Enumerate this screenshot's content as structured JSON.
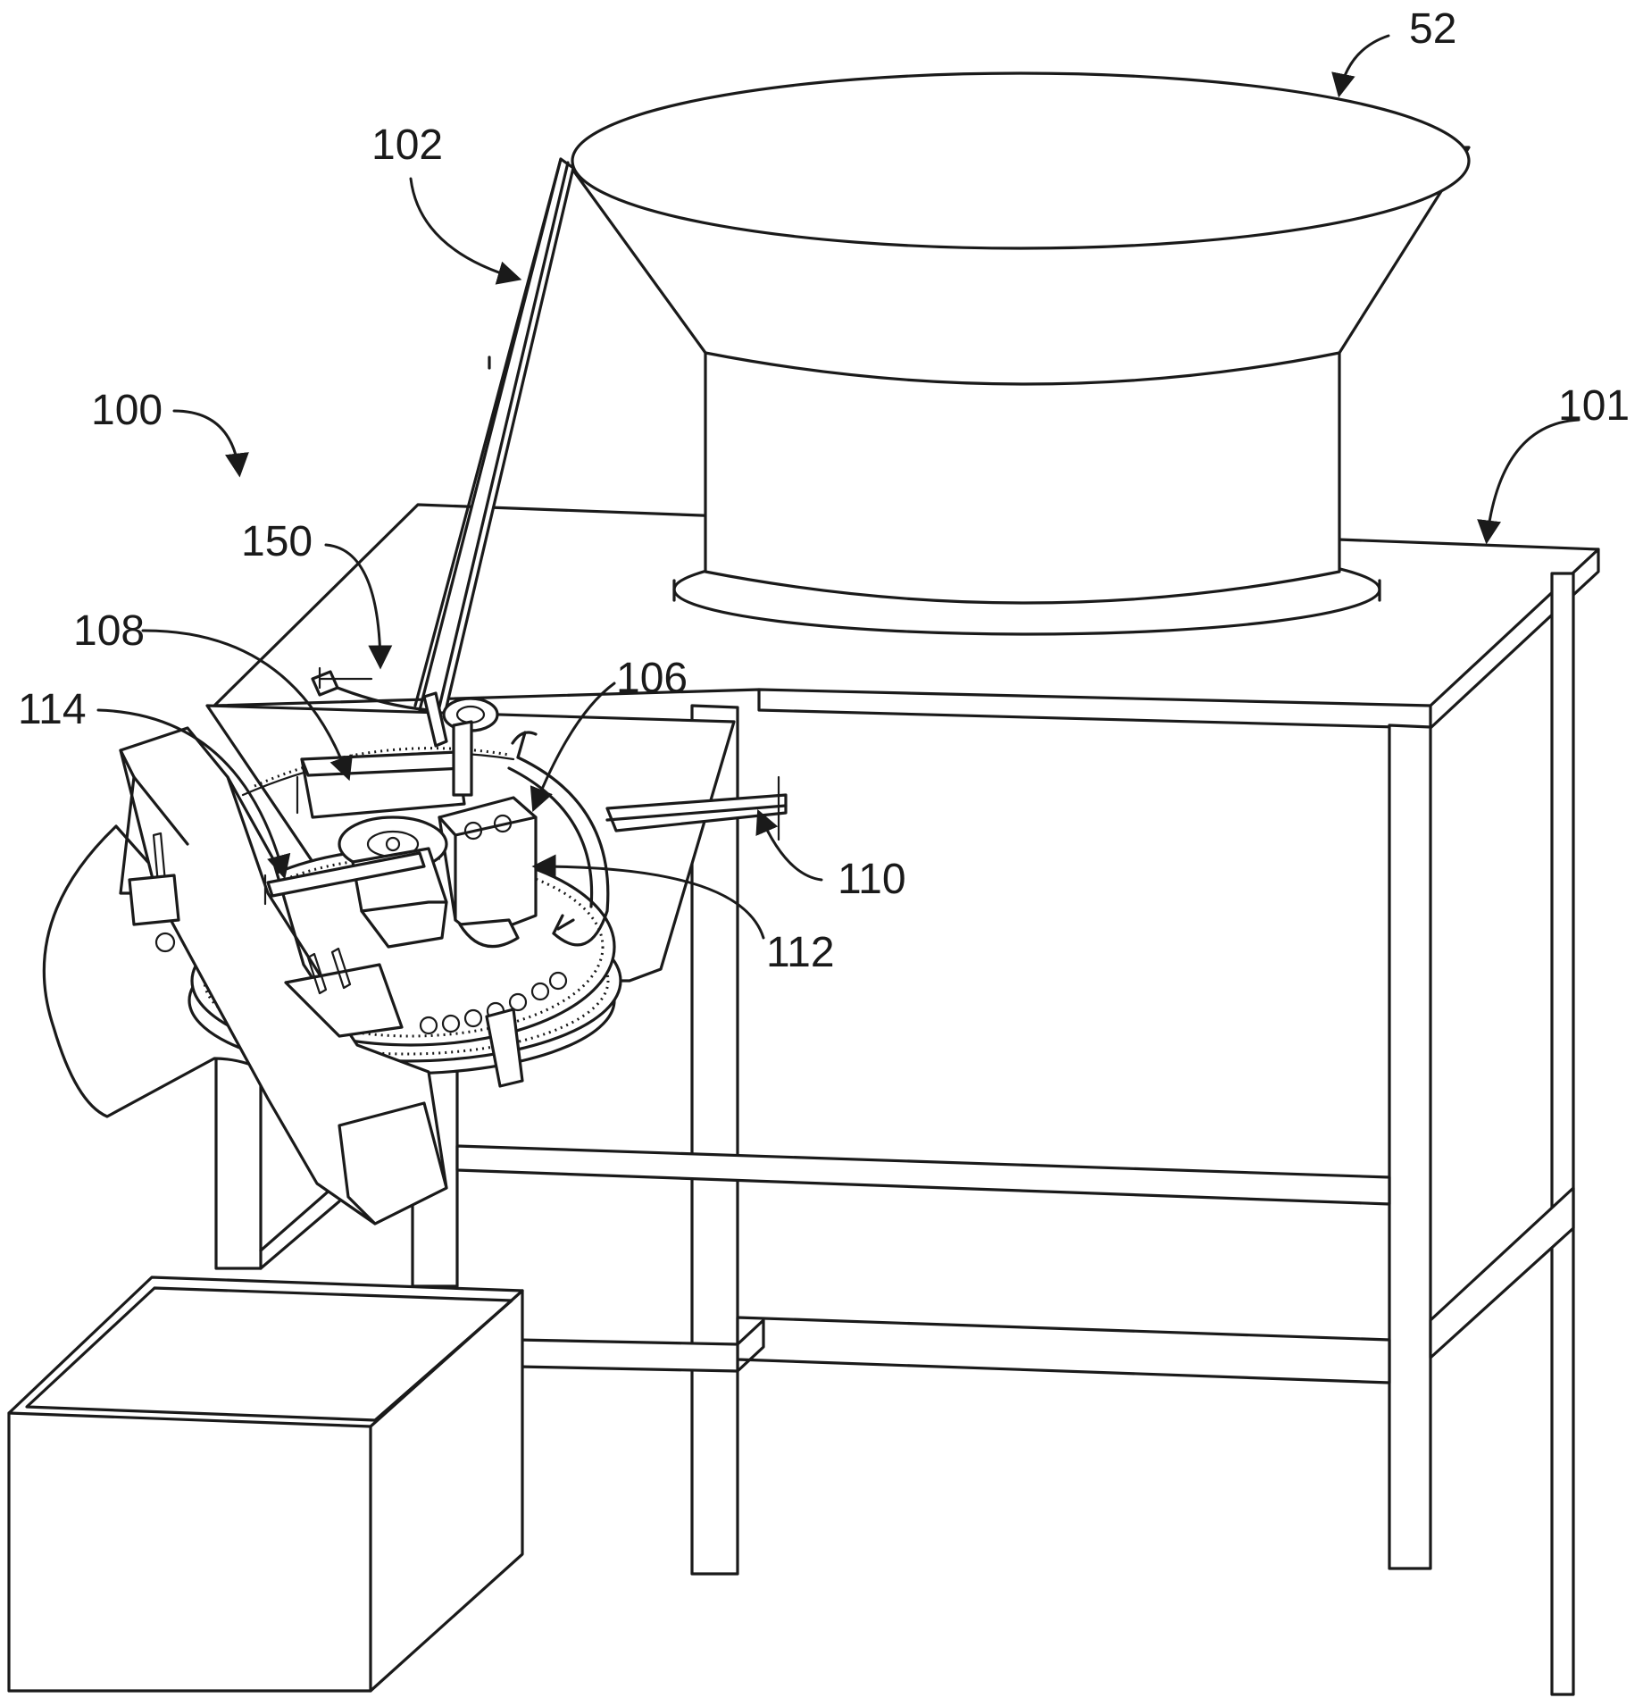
{
  "reference_numerals": {
    "r52": "52",
    "r102": "102",
    "r100": "100",
    "r101": "101",
    "r150": "150",
    "r108": "108",
    "r106": "106",
    "r114": "114",
    "r110": "110",
    "r112": "112"
  },
  "colors": {
    "line": "#1a1a1a",
    "background": "#ffffff"
  }
}
